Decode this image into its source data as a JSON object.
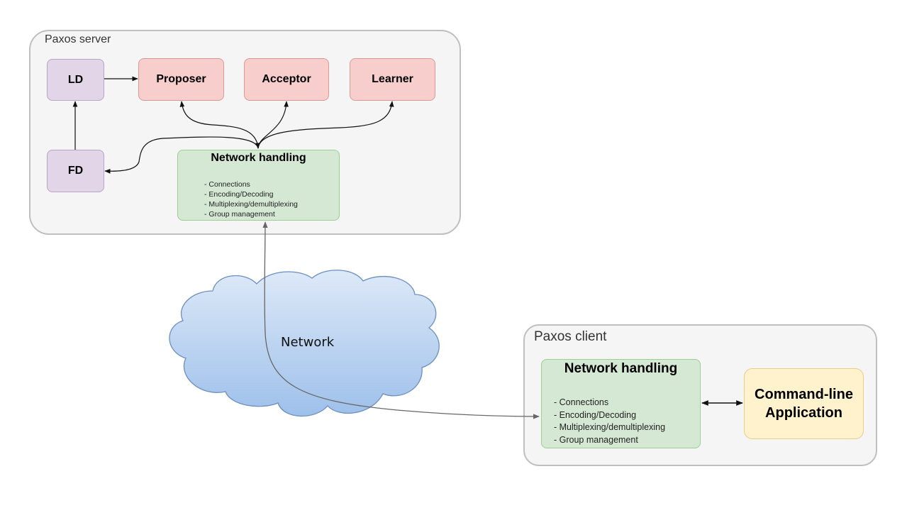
{
  "server": {
    "label": "Paxos server",
    "ld": "LD",
    "fd": "FD",
    "proposer": "Proposer",
    "acceptor": "Acceptor",
    "learner": "Learner",
    "network_handling": {
      "title": "Network handling",
      "items": [
        "- Connections",
        "- Encoding/Decoding",
        "- Multiplexing/demultiplexing",
        "- Group management"
      ]
    }
  },
  "cloud": {
    "label": "Network"
  },
  "client": {
    "label": "Paxos client",
    "network_handling": {
      "title": "Network handling",
      "items": [
        "- Connections",
        "- Encoding/Decoding",
        "- Multiplexing/demultiplexing",
        "- Group management"
      ]
    },
    "app": {
      "line1": "Command-line",
      "line2": "Application"
    }
  },
  "colors": {
    "container_fill": "#f5f5f5",
    "purple": "#e1d5e7",
    "red": "#f8cecc",
    "green": "#d5e8d4",
    "yellow": "#fff2cc",
    "cloud": "#b8d2f0"
  }
}
